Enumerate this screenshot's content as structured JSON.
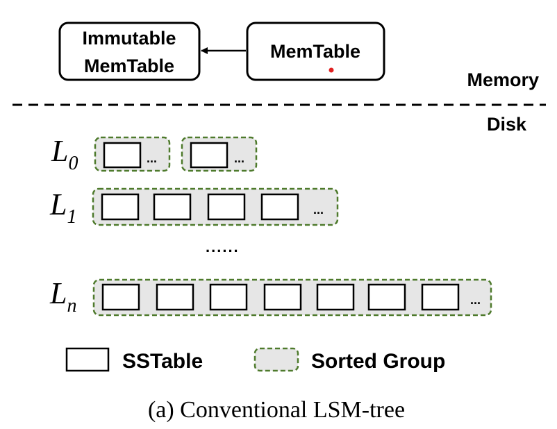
{
  "memory": {
    "immutable_label_line1": "Immutable",
    "immutable_label_line2": "MemTable",
    "memtable_label": "MemTable",
    "section_label": "Memory"
  },
  "disk": {
    "section_label": "Disk"
  },
  "levels": [
    {
      "label": "L",
      "sub": "0",
      "ellipsis": "..."
    },
    {
      "label": "L",
      "sub": "1",
      "ellipsis": "..."
    },
    {
      "label": "L",
      "sub": "n",
      "ellipsis": "..."
    }
  ],
  "vertical_dots": "......",
  "legend": {
    "sstable": "SSTable",
    "sorted_group": "Sorted Group"
  },
  "caption": "(a) Conventional LSM-tree",
  "colors": {
    "group_fill": "#e6e6e6",
    "group_border": "#4e7a2c",
    "dot": "#e02020"
  }
}
